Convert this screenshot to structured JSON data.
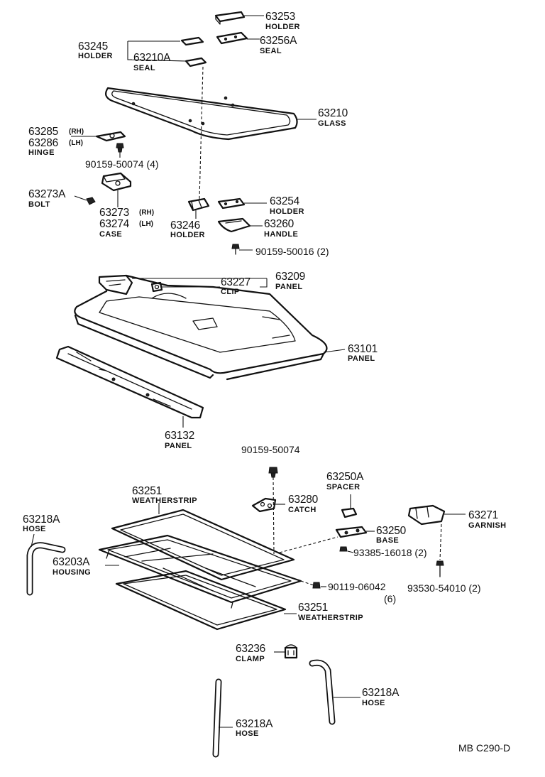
{
  "parts": {
    "p63253": {
      "number": "63253",
      "name": "HOLDER"
    },
    "p63256a": {
      "number": "63256A",
      "name": "SEAL"
    },
    "p63245": {
      "number": "63245",
      "name": "HOLDER"
    },
    "p63210a": {
      "number": "63210A",
      "name": "SEAL"
    },
    "p63210": {
      "number": "63210",
      "name": "GLASS"
    },
    "p63285": {
      "number": "63285",
      "qualifier": "(RH)"
    },
    "p63286": {
      "number": "63286",
      "qualifier": "(LH)",
      "name": "HINGE"
    },
    "b9015950074q4": {
      "number": "90159-50074 (4)"
    },
    "p63273a": {
      "number": "63273A",
      "name": "BOLT"
    },
    "p63273": {
      "number": "63273",
      "qualifier": "(RH)"
    },
    "p63274": {
      "number": "63274",
      "qualifier": "(LH)",
      "name": "CASE"
    },
    "p63254": {
      "number": "63254",
      "name": "HOLDER"
    },
    "p63246": {
      "number": "63246",
      "name": "HOLDER"
    },
    "p63260": {
      "number": "63260",
      "name": "HANDLE"
    },
    "b9015950016": {
      "number": "90159-50016 (2)"
    },
    "p63209": {
      "number": "63209",
      "name": "PANEL"
    },
    "p63227": {
      "number": "63227",
      "name": "CLIP"
    },
    "p63101": {
      "number": "63101",
      "name": "PANEL"
    },
    "p63132": {
      "number": "63132",
      "name": "PANEL"
    },
    "b9015950074": {
      "number": "90159-50074"
    },
    "p63250a": {
      "number": "63250A",
      "name": "SPACER"
    },
    "p63251top": {
      "number": "63251",
      "name": "WEATHERSTRIP"
    },
    "p63280": {
      "number": "63280",
      "name": "CATCH"
    },
    "p63271": {
      "number": "63271",
      "name": "GARNISH"
    },
    "p63218a_left": {
      "number": "63218A",
      "name": "HOSE"
    },
    "p63250": {
      "number": "63250",
      "name": "BASE"
    },
    "b9338516018": {
      "number": "93385-16018 (2)"
    },
    "p63203a": {
      "number": "63203A",
      "name": "HOUSING"
    },
    "b9011906042": {
      "number": "90119-06042",
      "qty": "(6)"
    },
    "b9353054010": {
      "number": "93530-54010 (2)"
    },
    "p63251bot": {
      "number": "63251",
      "name": "WEATHERSTRIP"
    },
    "p63236": {
      "number": "63236",
      "name": "CLAMP"
    },
    "p63218a_right": {
      "number": "63218A",
      "name": "HOSE"
    },
    "p63218a_bottom": {
      "number": "63218A",
      "name": "HOSE"
    }
  },
  "reference_code": "MB  C290-D"
}
